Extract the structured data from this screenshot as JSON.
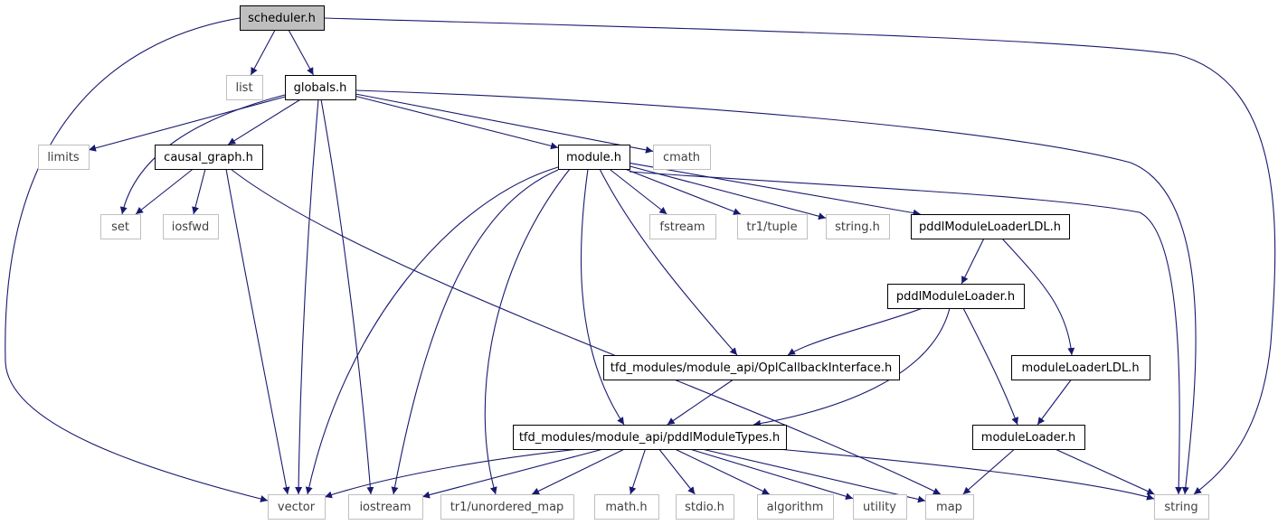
{
  "diagram": {
    "title": "scheduler.h include dependency graph",
    "colors": {
      "edge": "#191970",
      "root_fill": "#bfbfbf",
      "project_border": "#000000",
      "system_border": "#bfbfbf",
      "project_text": "#000000",
      "system_text": "#404040"
    },
    "nodes": [
      {
        "id": "scheduler",
        "label": "scheduler.h",
        "kind": "root"
      },
      {
        "id": "list",
        "label": "list",
        "kind": "system"
      },
      {
        "id": "globals",
        "label": "globals.h",
        "kind": "project"
      },
      {
        "id": "limits",
        "label": "limits",
        "kind": "system"
      },
      {
        "id": "causal",
        "label": "causal_graph.h",
        "kind": "project"
      },
      {
        "id": "module",
        "label": "module.h",
        "kind": "project"
      },
      {
        "id": "cmath",
        "label": "cmath",
        "kind": "system"
      },
      {
        "id": "set",
        "label": "set",
        "kind": "system"
      },
      {
        "id": "iosfwd",
        "label": "iosfwd",
        "kind": "system"
      },
      {
        "id": "fstream",
        "label": "fstream",
        "kind": "system"
      },
      {
        "id": "tuple",
        "label": "tr1/tuple",
        "kind": "system"
      },
      {
        "id": "stringh",
        "label": "string.h",
        "kind": "system"
      },
      {
        "id": "pmlldl",
        "label": "pddlModuleLoaderLDL.h",
        "kind": "project"
      },
      {
        "id": "pml",
        "label": "pddlModuleLoader.h",
        "kind": "project"
      },
      {
        "id": "opl",
        "label": "tfd_modules/module_api/OplCallbackInterface.h",
        "kind": "project"
      },
      {
        "id": "mlldl",
        "label": "moduleLoaderLDL.h",
        "kind": "project"
      },
      {
        "id": "pmt",
        "label": "tfd_modules/module_api/pddlModuleTypes.h",
        "kind": "project"
      },
      {
        "id": "ml",
        "label": "moduleLoader.h",
        "kind": "project"
      },
      {
        "id": "vector",
        "label": "vector",
        "kind": "system"
      },
      {
        "id": "iostream",
        "label": "iostream",
        "kind": "system"
      },
      {
        "id": "umap",
        "label": "tr1/unordered_map",
        "kind": "system"
      },
      {
        "id": "mathh",
        "label": "math.h",
        "kind": "system"
      },
      {
        "id": "stdioh",
        "label": "stdio.h",
        "kind": "system"
      },
      {
        "id": "algorithm",
        "label": "algorithm",
        "kind": "system"
      },
      {
        "id": "utility",
        "label": "utility",
        "kind": "system"
      },
      {
        "id": "map",
        "label": "map",
        "kind": "system"
      },
      {
        "id": "string",
        "label": "string",
        "kind": "system"
      }
    ],
    "edges": [
      [
        "scheduler",
        "list"
      ],
      [
        "scheduler",
        "globals"
      ],
      [
        "scheduler",
        "vector"
      ],
      [
        "scheduler",
        "string"
      ],
      [
        "globals",
        "limits"
      ],
      [
        "globals",
        "causal"
      ],
      [
        "globals",
        "module"
      ],
      [
        "globals",
        "cmath"
      ],
      [
        "globals",
        "set"
      ],
      [
        "globals",
        "vector"
      ],
      [
        "globals",
        "iostream"
      ],
      [
        "globals",
        "string"
      ],
      [
        "causal",
        "set"
      ],
      [
        "causal",
        "iosfwd"
      ],
      [
        "causal",
        "vector"
      ],
      [
        "causal",
        "map"
      ],
      [
        "module",
        "fstream"
      ],
      [
        "module",
        "tuple"
      ],
      [
        "module",
        "stringh"
      ],
      [
        "module",
        "pmlldl"
      ],
      [
        "module",
        "opl"
      ],
      [
        "module",
        "pmt"
      ],
      [
        "module",
        "vector"
      ],
      [
        "module",
        "iostream"
      ],
      [
        "module",
        "umap"
      ],
      [
        "module",
        "string"
      ],
      [
        "pmlldl",
        "pml"
      ],
      [
        "pmlldl",
        "mlldl"
      ],
      [
        "pml",
        "opl"
      ],
      [
        "pml",
        "pmt"
      ],
      [
        "pml",
        "ml"
      ],
      [
        "opl",
        "pmt"
      ],
      [
        "mlldl",
        "ml"
      ],
      [
        "ml",
        "map"
      ],
      [
        "ml",
        "string"
      ],
      [
        "pmt",
        "vector"
      ],
      [
        "pmt",
        "iostream"
      ],
      [
        "pmt",
        "umap"
      ],
      [
        "pmt",
        "mathh"
      ],
      [
        "pmt",
        "stdioh"
      ],
      [
        "pmt",
        "algorithm"
      ],
      [
        "pmt",
        "utility"
      ],
      [
        "pmt",
        "map"
      ],
      [
        "pmt",
        "string"
      ]
    ]
  }
}
